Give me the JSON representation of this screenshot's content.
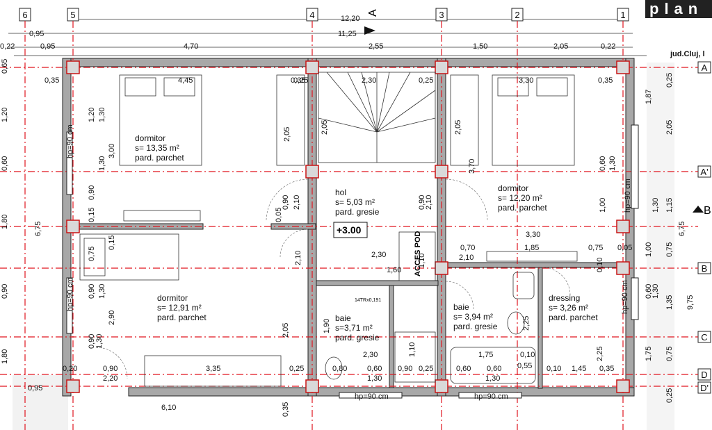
{
  "header": {
    "title": "plan",
    "note": "jud.Cluj, l"
  },
  "axes_top": [
    "6",
    "5",
    "4",
    "3",
    "2",
    "1"
  ],
  "axes_right": [
    "A",
    "A'",
    "B",
    "C",
    "D",
    "D'"
  ],
  "section_marks": [
    "A",
    "B"
  ],
  "top_dims": {
    "total": "12,20",
    "overall": "11,25",
    "left_a": "0,95",
    "left_b": "0,95",
    "left_c": "0,22",
    "seg1": "4,70",
    "seg2": "2,55",
    "seg3": "1,50",
    "seg4": "2,05",
    "right": "0,22"
  },
  "rooms": [
    {
      "name": "dormitor",
      "area": "s= 13,35 m²",
      "floor": "pard. parchet"
    },
    {
      "name": "hol",
      "area": "s= 5,03 m²",
      "floor": "pard. gresie"
    },
    {
      "name": "dormitor",
      "area": "s= 12,20 m²",
      "floor": "pard. parchet"
    },
    {
      "name": "dormitor",
      "area": "s= 12,91 m²",
      "floor": "pard. parchet"
    },
    {
      "name": "baie",
      "area": "s=3,71 m²",
      "floor": "pard. gresie"
    },
    {
      "name": "baie",
      "area": "s= 3,94 m²",
      "floor": "pard. gresie"
    },
    {
      "name": "dressing",
      "area": "s= 3,26 m²",
      "floor": "pard. parchet"
    }
  ],
  "level": "+3.00",
  "attic_access": "ACCES POD",
  "window_notes": [
    "hp=90 cm",
    "hp=90 cm",
    "hp=90 cm",
    "hp=90 cm",
    "hp=90 cm",
    "hp=90 cm"
  ],
  "interior_dims": {
    "d445": "4,45",
    "d035a": "0,35",
    "d035b": "0,35",
    "d025a": "0,25",
    "d230a": "2,30",
    "d025b": "0,25",
    "d330a": "3,30",
    "d035c": "0,35",
    "d205a": "2,05",
    "d205b": "2,05",
    "d205c": "2,05",
    "d300": "3,00",
    "d370": "3,70",
    "d210a": "2,10",
    "d210b": "2,10",
    "d090a": "0,90",
    "d090b": "0,90",
    "d005a": "0,05",
    "d330b": "3,30",
    "d230b": "2,30",
    "d160": "1,60",
    "d070": "0,70",
    "d185": "1,85",
    "d075a": "0,75",
    "d005b": "0,05",
    "d210c": "2,10",
    "d210d": "2,10",
    "d010": "0,10",
    "d290": "2,90",
    "d190": "1,90",
    "d110a": "1,10",
    "d110b": "1,10",
    "d225a": "2,25",
    "d225b": "2,25",
    "d335": "3,35",
    "d020": "0,20",
    "d090c": "0,90",
    "d220": "2,20",
    "d025c": "0,25",
    "d080": "0,80",
    "d230c": "2,30",
    "d060a": "0,60",
    "d090d": "0,90",
    "d025d": "0,25",
    "d060b": "0,60",
    "d060c": "0,60",
    "d175": "1,75",
    "d055": "0,55",
    "d010b": "0,10",
    "d010c": "0,10",
    "d145": "1,45",
    "d035d": "0,35",
    "d130a": "1,30",
    "d130b": "1,30",
    "d610": "6,10",
    "d035e": "0,35",
    "d095": "0,95",
    "stair_code": "14TRx0,191"
  },
  "left_dims": [
    "0,65",
    "1,20",
    "1,20",
    "1,30",
    "0,60",
    "1,30",
    "0,90",
    "0,15",
    "0,90",
    "1,80",
    "6,75",
    "0,90",
    "1,30",
    "0,75",
    "0,15",
    "0,90",
    "1,30",
    "2,90",
    "1,30",
    "0,90",
    "1,80"
  ],
  "right_dims": [
    "0,25",
    "1,87",
    "2,05",
    "0,60",
    "1,30",
    "1,00",
    "1,30",
    "1,15",
    "6,75",
    "1,00",
    "0,75",
    "0,60",
    "1,30",
    "1,35",
    "9,75",
    "1,75",
    "0,75",
    "0,25"
  ],
  "colors": {
    "axis": "#e0141e",
    "wall": "#a8a8a8",
    "column": "#d9d9d9"
  }
}
